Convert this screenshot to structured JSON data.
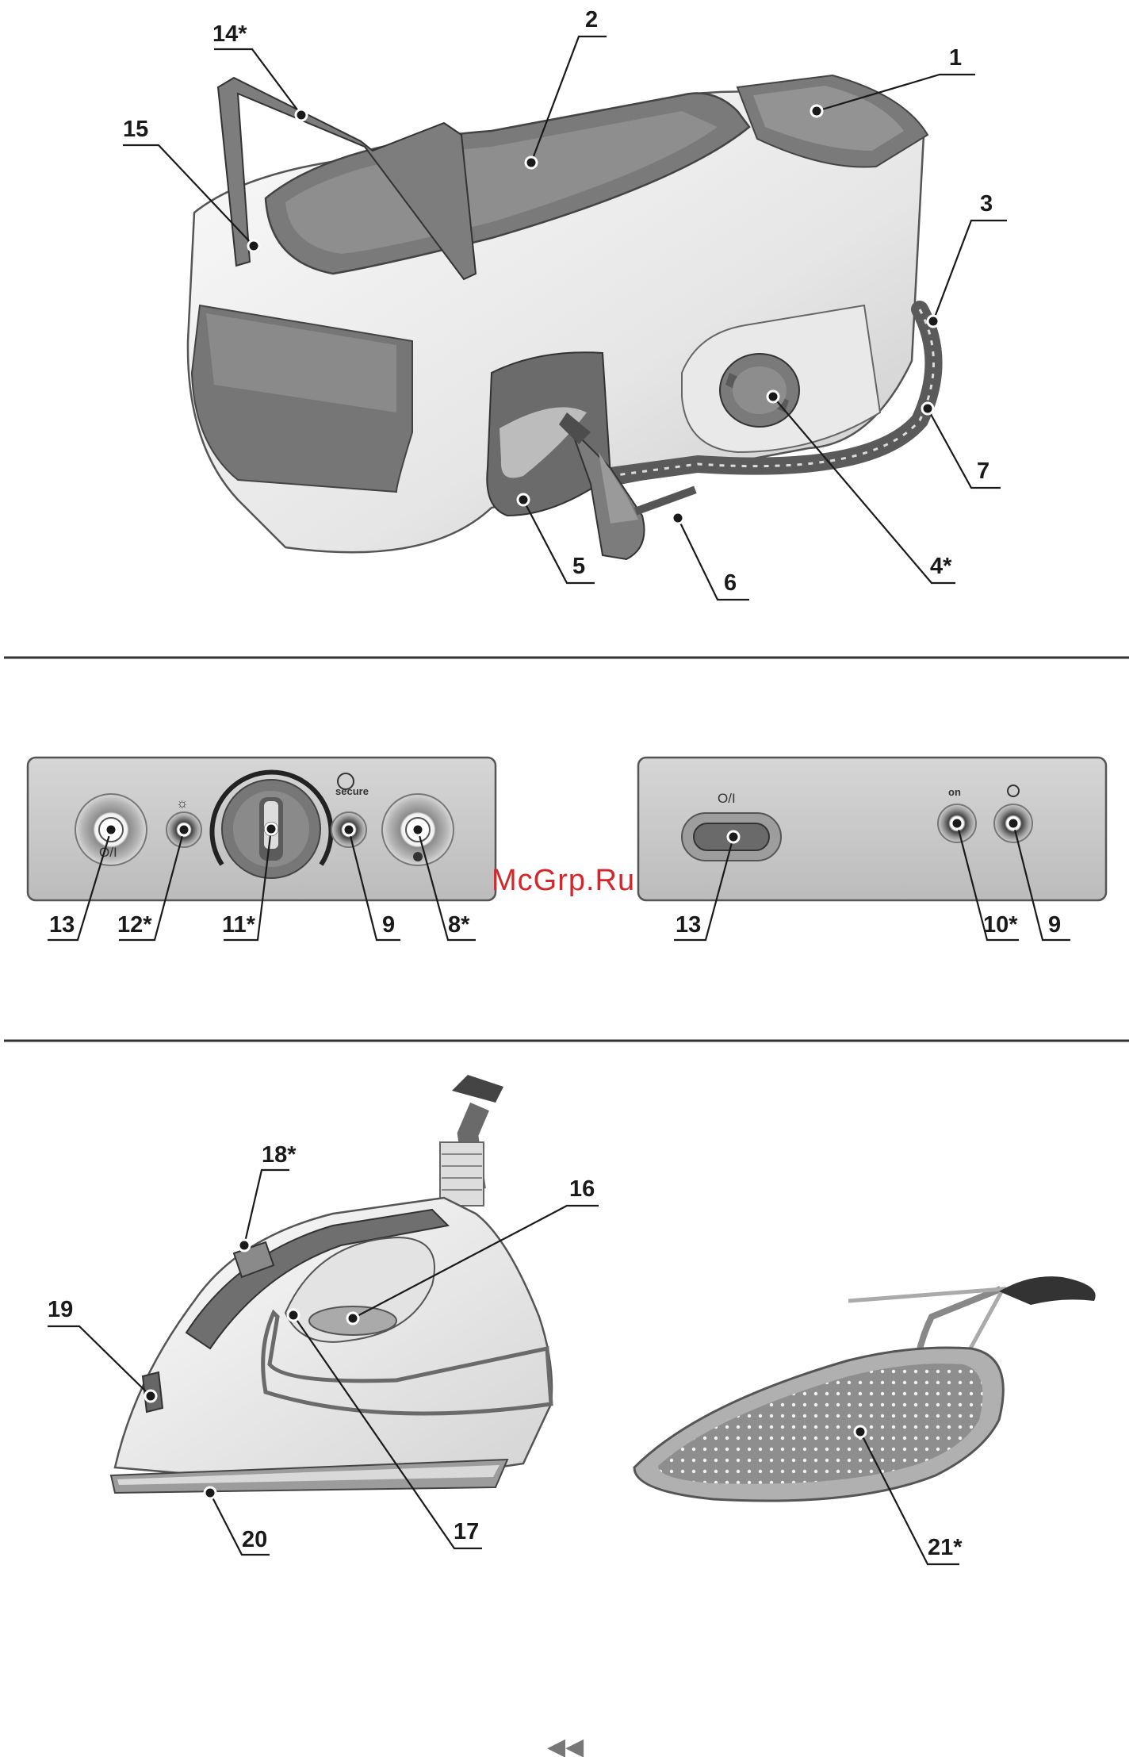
{
  "labels": {
    "base": [
      "1",
      "2",
      "3",
      "4*",
      "5",
      "6",
      "7",
      "14*",
      "15"
    ],
    "panel_left": [
      "13",
      "12*",
      "11*",
      "9",
      "8*"
    ],
    "panel_right": [
      "13",
      "10*",
      "9"
    ],
    "iron": [
      "16",
      "17",
      "18*",
      "19",
      "20"
    ],
    "shoe": "21*"
  },
  "panel_symbols": {
    "left_switch": "O/I",
    "secure": "secure",
    "right_switch": "O/I",
    "on": "on"
  },
  "watermark": "McGrp.Ru",
  "page_marker": "◀◀",
  "colors": {
    "dark_gray": "#6d6d6d",
    "mid_gray": "#9a9a9a",
    "panel_gray": "#c9c9c9",
    "light": "#ececec",
    "watermark_red": "#d4262b"
  }
}
